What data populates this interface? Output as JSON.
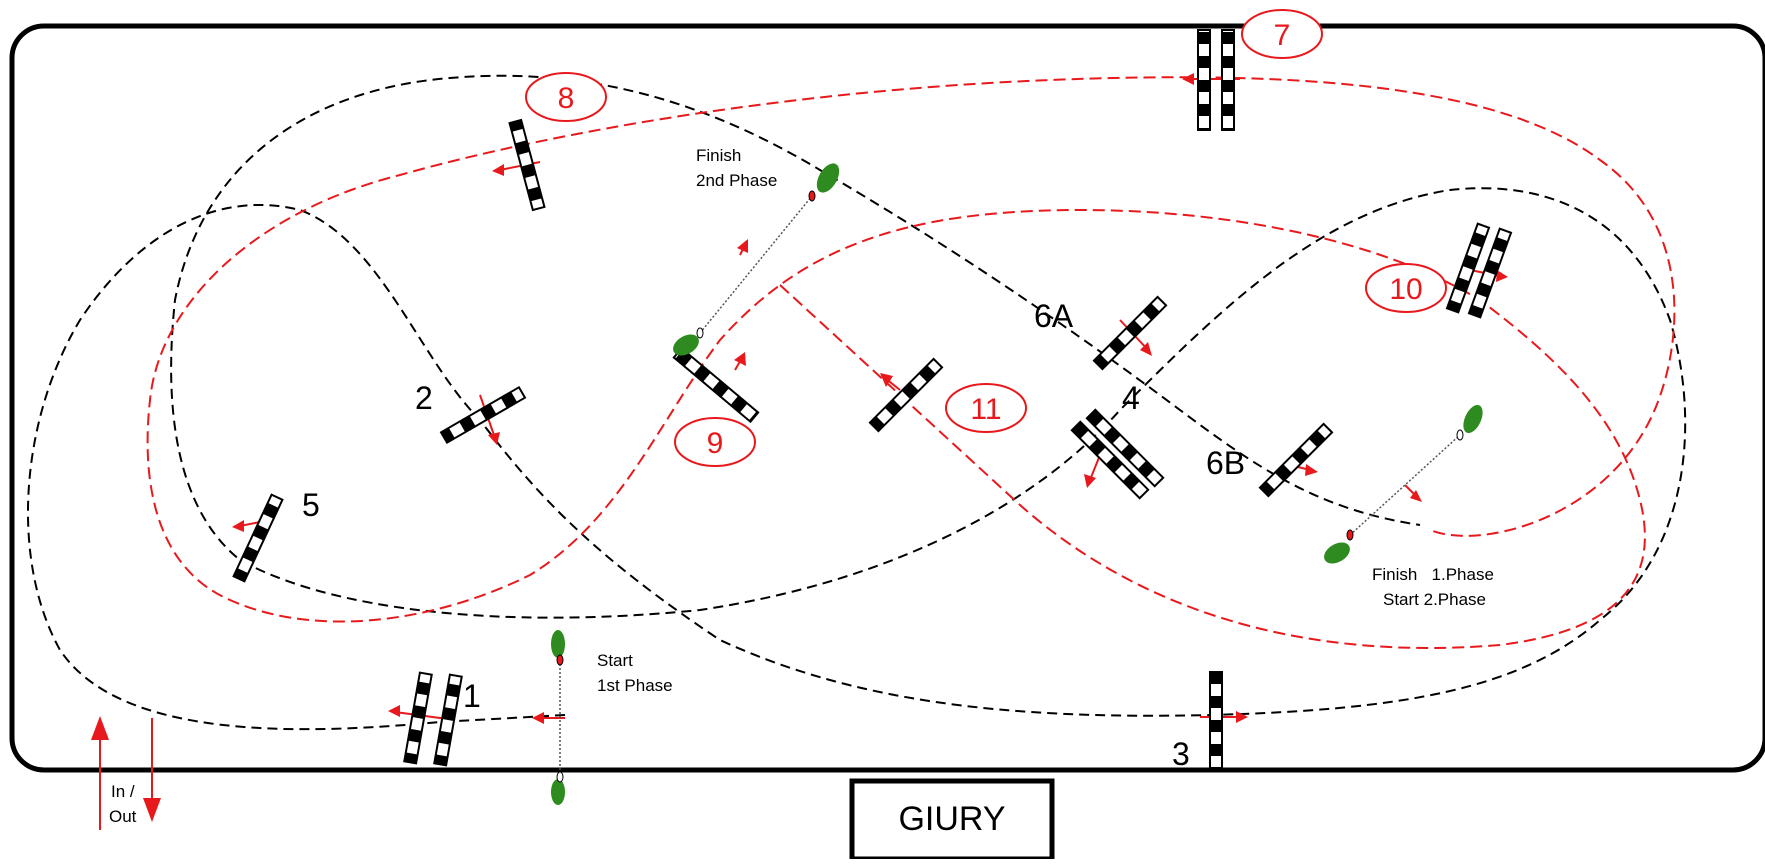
{
  "arena": {
    "jury_label": "GIURY",
    "in_out_label_line1": "In /",
    "in_out_label_line2": "Out"
  },
  "obstacles": [
    {
      "label": "1"
    },
    {
      "label": "2"
    },
    {
      "label": "3"
    },
    {
      "label": "4"
    },
    {
      "label": "5"
    },
    {
      "label": "6A"
    },
    {
      "label": "6B"
    },
    {
      "label": "7"
    },
    {
      "label": "8"
    },
    {
      "label": "9"
    },
    {
      "label": "10"
    },
    {
      "label": "11"
    }
  ],
  "markers": {
    "start_1": {
      "line1": "Start",
      "line2": "1st Phase"
    },
    "finish_2": {
      "line1": "Finish",
      "line2": "2nd Phase"
    },
    "finish_1_start_2": {
      "line1": "Finish   1.Phase",
      "line2": "Start 2.Phase"
    }
  },
  "colors": {
    "phase1_path": "#000000",
    "phase2_path": "#e8191c",
    "plant": "#2e8b1f",
    "pole_dark": "#000000",
    "pole_light": "#ffffff"
  }
}
